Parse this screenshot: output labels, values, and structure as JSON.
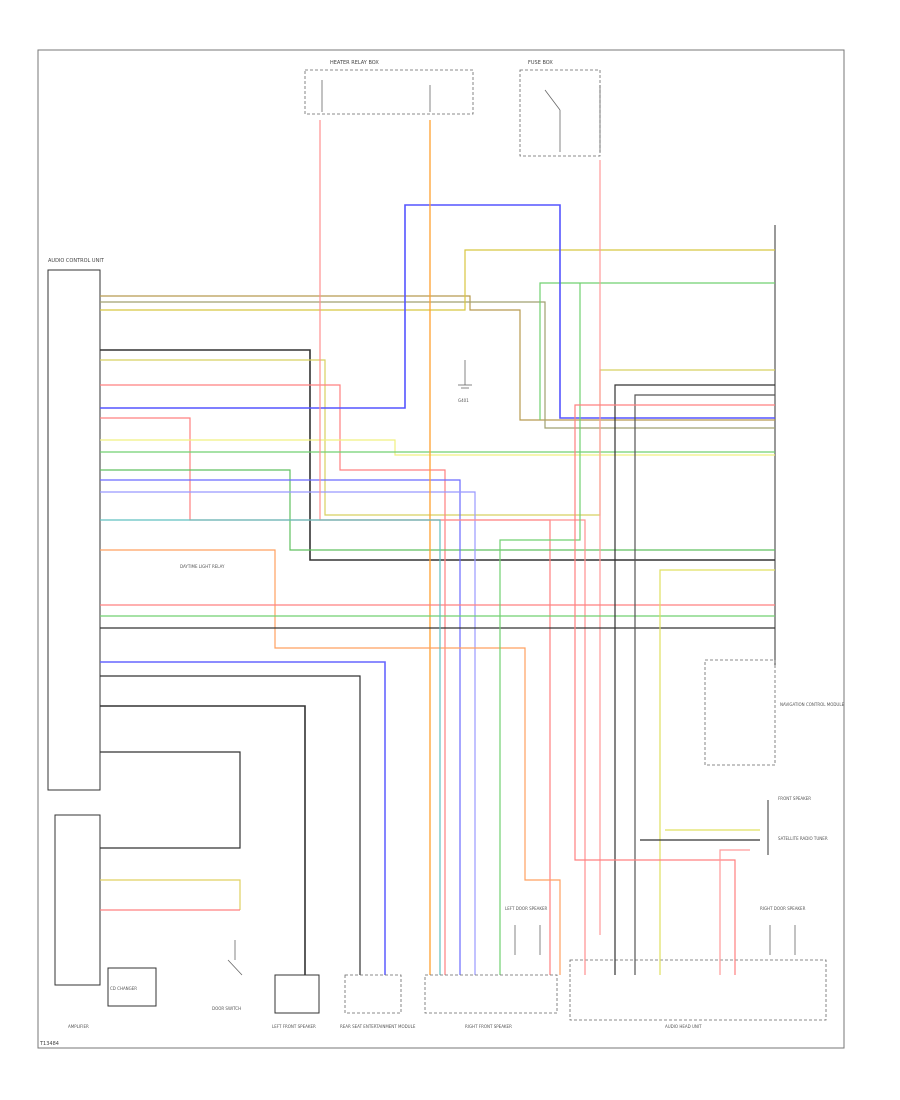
{
  "diagram": {
    "footer_code": "T13484",
    "components": {
      "heater_relay_box": {
        "label": "HEATER RELAY BOX"
      },
      "fuse_box_top_right": {
        "label": "FUSE BOX"
      },
      "audio_control_unit": {
        "label": "AUDIO CONTROL UNIT"
      },
      "audio_ground": {
        "label": "G401"
      },
      "daytime_light": {
        "label": "DAYTIME LIGHT RELAY"
      },
      "satellite_radio": {
        "label": "SATELLITE RADIO TUNER"
      },
      "left_front_speaker": {
        "label": "LEFT FRONT SPEAKER"
      },
      "right_front_speaker": {
        "label": "RIGHT FRONT SPEAKER"
      },
      "rear_seat_module": {
        "label": "REAR SEAT ENTERTAINMENT MODULE"
      },
      "amplifier": {
        "label": "AMPLIFIER"
      },
      "audio_head_unit": {
        "label": "AUDIO HEAD UNIT"
      },
      "navigation_unit": {
        "label": "NAVIGATION CONTROL MODULE"
      },
      "front_speaker_r": {
        "label": "FRONT SPEAKER"
      },
      "cd_changer": {
        "label": "CD CHANGER"
      },
      "door_switch": {
        "label": "DOOR SWITCH"
      },
      "left_door_speaker": {
        "label": "LEFT DOOR SPEAKER"
      },
      "right_door_speaker": {
        "label": "RIGHT DOOR SPEAKER"
      }
    }
  }
}
